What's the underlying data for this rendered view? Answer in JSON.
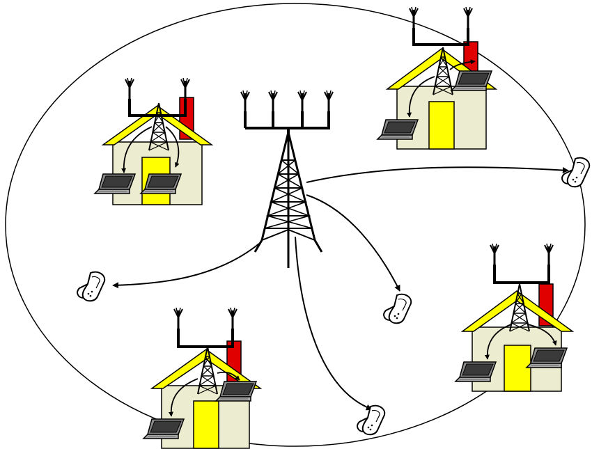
{
  "diagram": {
    "colors": {
      "stroke": "#000000",
      "roof": "#ffff00",
      "wall": "#ececd0",
      "door": "#ffff00",
      "chimney": "#e00000",
      "laptop_body": "#808080",
      "laptop_screen": "#404040",
      "phone_fill": "#ffffff",
      "background": "#ffffff"
    },
    "coverage_area": {
      "shape": "ellipse",
      "icon": "coverage-boundary"
    },
    "base_station": {
      "icon": "lattice-tower-icon",
      "antennas": 4
    },
    "houses": [
      {
        "id": "house-top-left",
        "icon": "house-icon",
        "laptops": 2,
        "has_relay_tower": true
      },
      {
        "id": "house-top-right",
        "icon": "house-icon",
        "laptops": 2,
        "has_relay_tower": true
      },
      {
        "id": "house-bottom-left",
        "icon": "house-icon",
        "laptops": 2,
        "has_relay_tower": true
      },
      {
        "id": "house-bottom-right",
        "icon": "house-icon",
        "laptops": 2,
        "has_relay_tower": true
      }
    ],
    "mobile_phones": [
      {
        "id": "phone-right",
        "icon": "mobile-phone-icon"
      },
      {
        "id": "phone-left",
        "icon": "mobile-phone-icon"
      },
      {
        "id": "phone-center",
        "icon": "mobile-phone-icon"
      },
      {
        "id": "phone-bottom",
        "icon": "mobile-phone-icon"
      }
    ]
  }
}
